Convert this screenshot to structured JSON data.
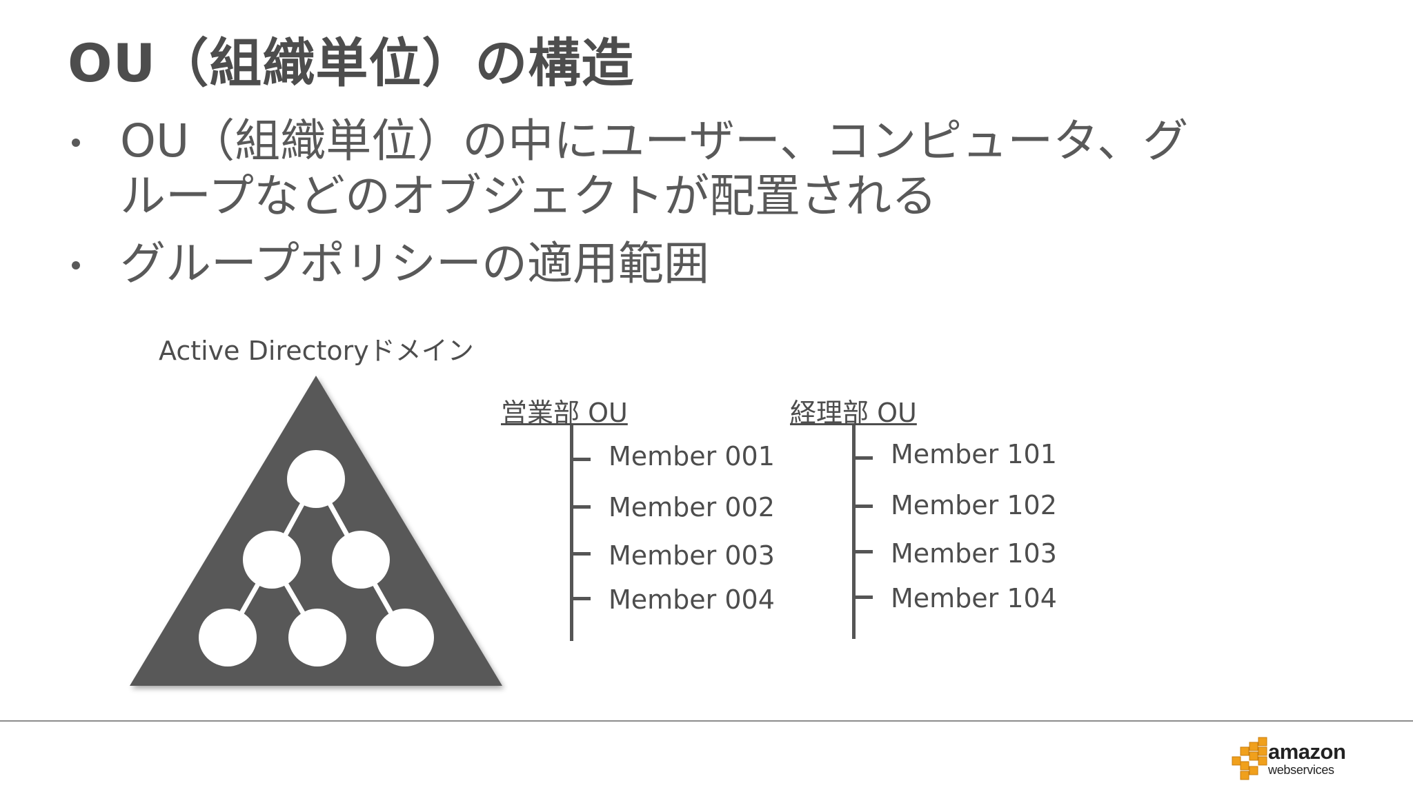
{
  "slide": {
    "title": "OU（組織単位）の構造",
    "bullets": [
      {
        "lines": [
          "OU（組織単位）の中にユーザー、コンピュータ、グ",
          "ループなどのオブジェクトが配置される"
        ]
      },
      {
        "lines": [
          "グループポリシーの適用範囲"
        ]
      }
    ]
  },
  "diagram": {
    "domain_label": "Active Directoryドメイン",
    "ous": [
      {
        "title": "営業部 OU",
        "members": [
          "Member 001",
          "Member 002",
          "Member 003",
          "Member 004"
        ]
      },
      {
        "title": "経理部 OU",
        "members": [
          "Member 101",
          "Member 102",
          "Member 103",
          "Member 104"
        ]
      }
    ]
  },
  "footer": {
    "logo_name": "amazon",
    "logo_sub": "webservices",
    "logo_icon": "aws-cubes-icon"
  },
  "colors": {
    "text": "#555555",
    "triangle": "#595959",
    "aws_orange": "#f0a01c"
  }
}
